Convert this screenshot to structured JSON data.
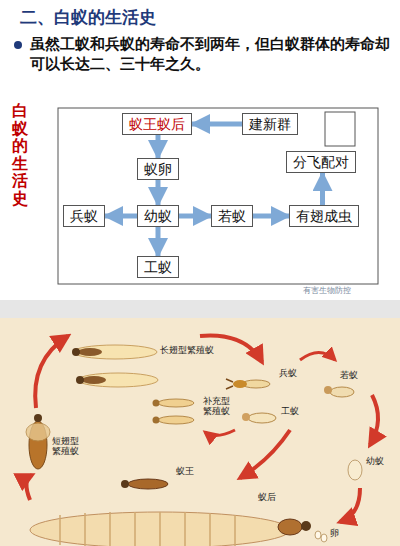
{
  "diagram": {
    "title": "二、白蚁的生活史",
    "nodes": [
      {
        "text": [
          "蚁王蚁后"
        ]
      },
      {
        "text": [
          "建新群"
        ]
      },
      {
        "text": [
          "蚁卵"
        ]
      },
      {
        "text": [
          "分飞配对"
        ]
      },
      {
        "text": [
          "兵蚁"
        ]
      },
      {
        "text": [
          "幼蚁"
        ]
      },
      {
        "text": [
          "若蚁"
        ]
      },
      {
        "text": [
          "有翅成虫"
        ]
      },
      {
        "text": [
          "工蚁"
        ]
      }
    ],
    "edges": [
      {
        "from": 1,
        "to": 0,
        "arrow": "to"
      },
      {
        "from": 0,
        "to": 2,
        "arrow": "to"
      },
      {
        "from": 2,
        "to": 5,
        "arrow": "to"
      },
      {
        "from": 5,
        "to": 4,
        "arrow": "to"
      },
      {
        "from": 5,
        "to": 6,
        "arrow": "to"
      },
      {
        "from": 6,
        "to": 7,
        "arrow": "to"
      },
      {
        "from": 7,
        "to": 3,
        "arrow": "to"
      },
      {
        "from": 5,
        "to": 8,
        "arrow": "to"
      }
    ],
    "labels": [
      "虽然工蚁和兵蚁的寿命不到两年，但白蚁群体的寿命却可以长达二、三十年之久。",
      "白蚁的生活史",
      "有害生物防控",
      "长翅型繁殖蚁",
      "兵蚁",
      "若蚁",
      "补充型繁殖蚁",
      "工蚁",
      "短翅型繁殖蚁",
      "蚁王",
      "幼蚁",
      "蚁后",
      "卵"
    ]
  }
}
